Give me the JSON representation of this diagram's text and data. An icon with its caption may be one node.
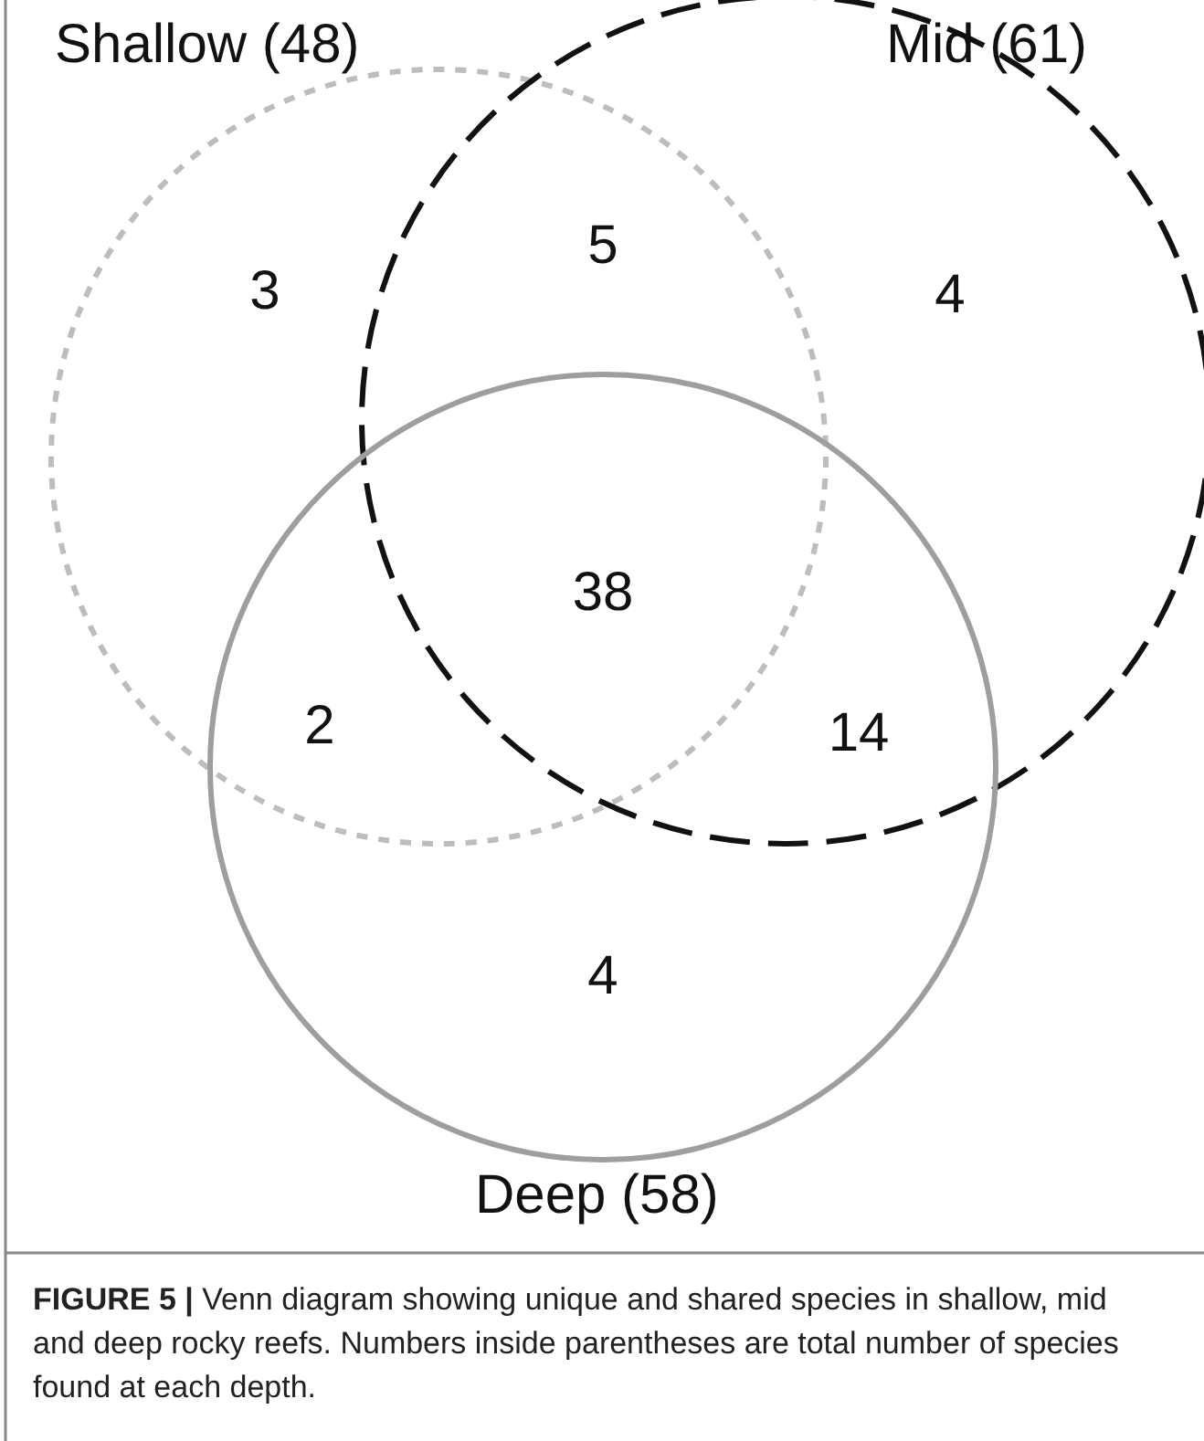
{
  "diagram": {
    "caption": "**FIGURE 5 |** Venn diagram showing unique and shared species in shallow, mid and deep rocky reefs. Numbers inside parentheses are total number of species found at each depth.",
    "nodes": [
      {
        "text": [
          "Shallow (48)"
        ]
      },
      {
        "text": [
          "Mid (61)"
        ]
      },
      {
        "text": [
          "Deep (58)"
        ]
      }
    ],
    "labels": [
      "5",
      "3",
      "4",
      "38",
      "2",
      "14",
      "4"
    ]
  }
}
